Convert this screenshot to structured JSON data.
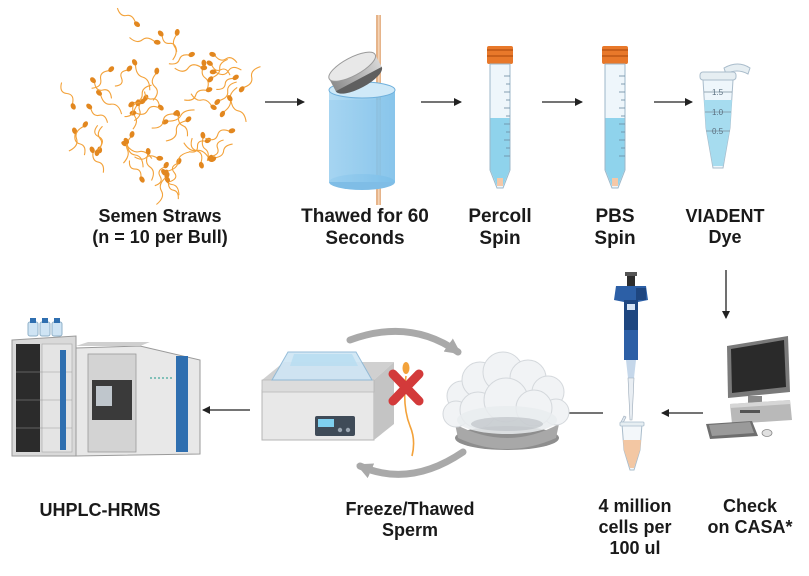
{
  "steps": {
    "semen_straws": {
      "line1": "Semen Straws",
      "line2": "(n = 10 per Bull)"
    },
    "thawed": {
      "line1": "Thawed for 60",
      "line2": "Seconds"
    },
    "percoll": {
      "line1": "Percoll",
      "line2": "Spin"
    },
    "pbs": {
      "line1": "PBS",
      "line2": "Spin"
    },
    "viadent": {
      "line1": "VIADENT",
      "line2": "Dye"
    },
    "casa": {
      "line1": "Check",
      "line2": "on CASA*"
    },
    "cells": {
      "line1": "4 million",
      "line2": "cells per",
      "line3": "100 ul"
    },
    "freeze": {
      "line1": "Freeze/Thawed",
      "line2": "Sperm"
    },
    "uhplc": {
      "line1": "UHPLC-HRMS"
    }
  },
  "tube_marks": {
    "a": "1.5",
    "b": "1.0",
    "c": "0.5"
  },
  "colors": {
    "arrow": "#222222",
    "sperm": "#f3a23a",
    "tube_cap": "#e8782a",
    "liquid": "#8fd3ec",
    "cross": "#d33a3a",
    "gray_arrow": "#a9a9a9",
    "pipette_blue": "#2c5fa6",
    "instrument_blue": "#2f6fb0"
  },
  "icons": [
    "sperm-cluster-icon",
    "straw-cup-icon",
    "falcon-tube-icon",
    "microtube-icon",
    "computer-icon",
    "pipette-icon",
    "cryo-dish-icon",
    "water-bath-icon",
    "lc-ms-instrument-icon",
    "cross-icon"
  ]
}
